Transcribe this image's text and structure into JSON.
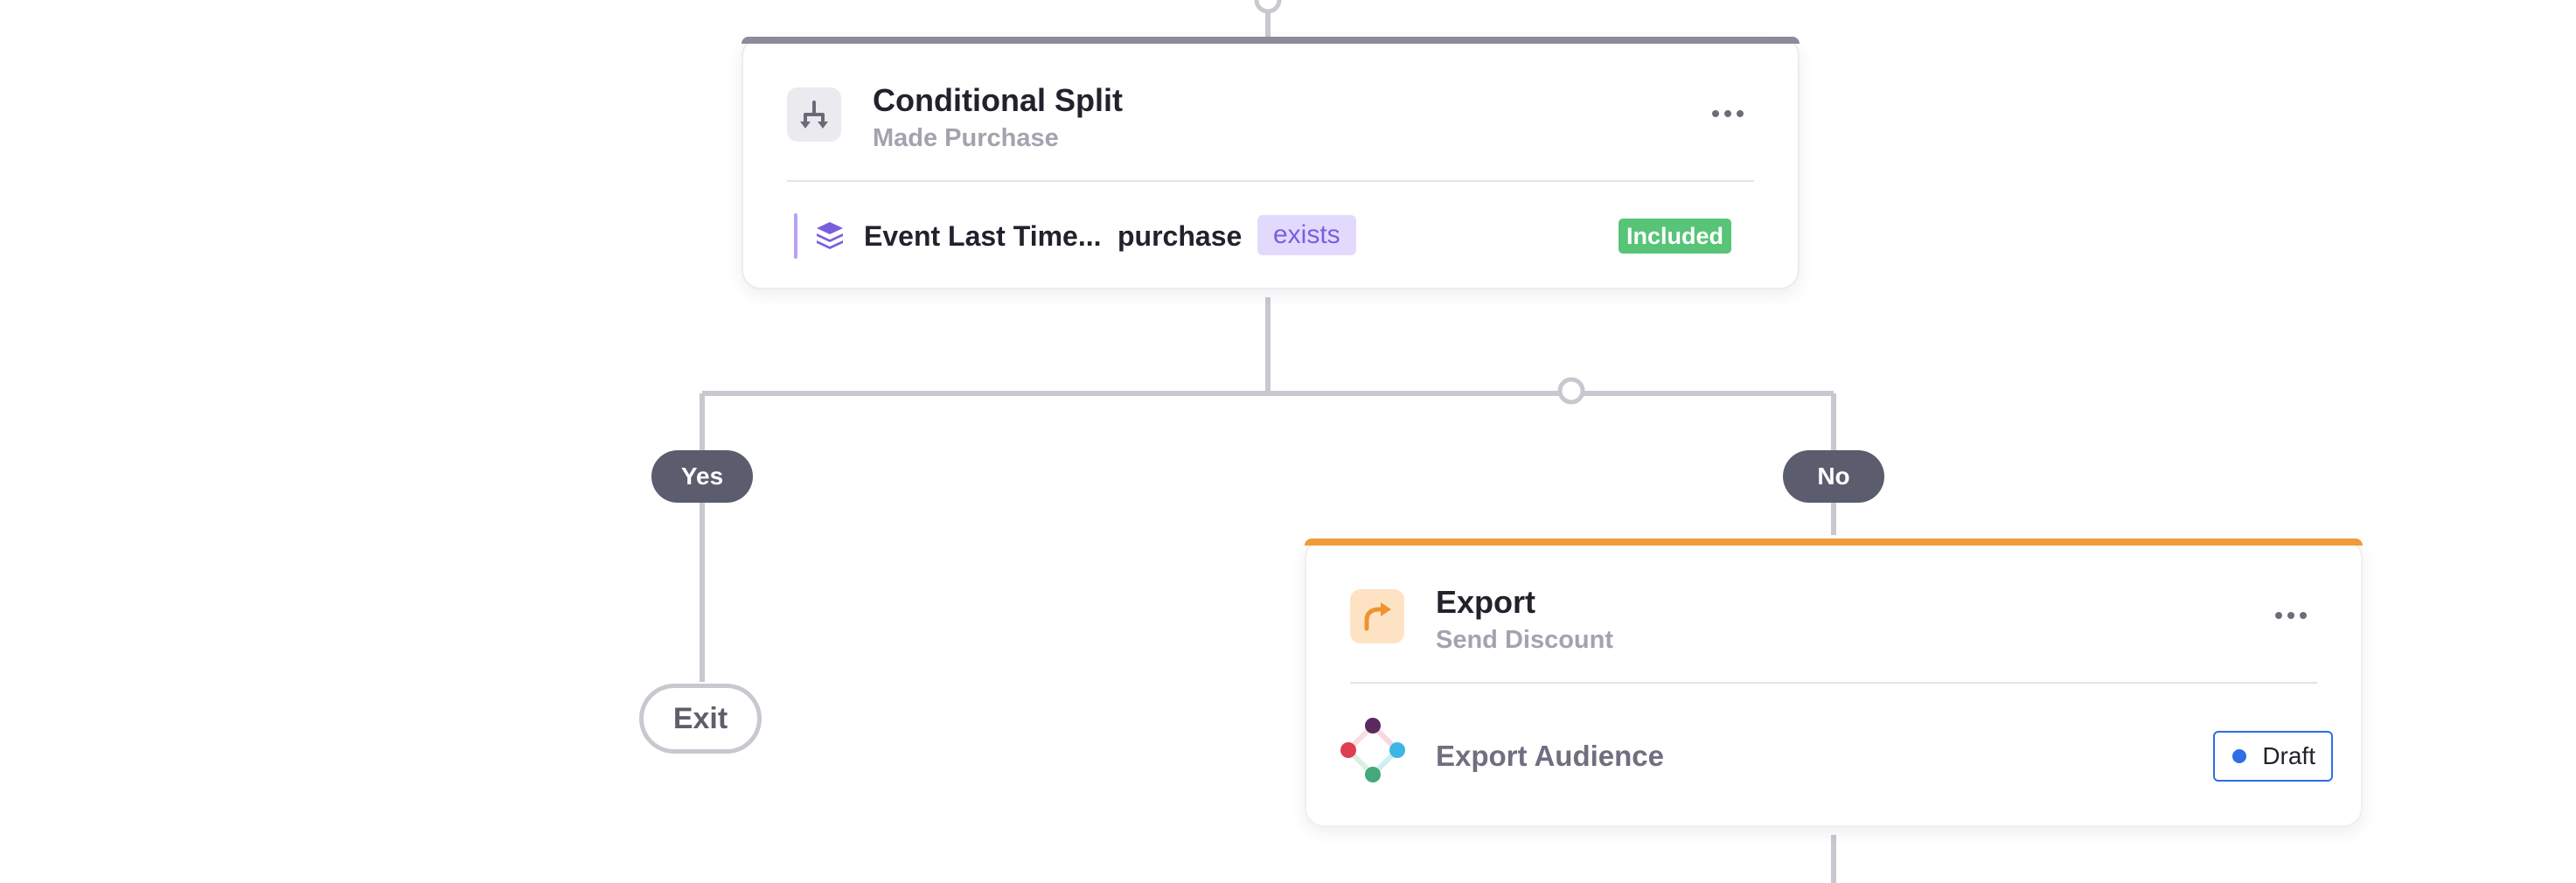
{
  "canvas": {
    "branches": {
      "yes_label": "Yes",
      "no_label": "No"
    },
    "exit_label": "Exit"
  },
  "split_card": {
    "icon": "split-arrows-icon",
    "title": "Conditional Split",
    "subtitle": "Made Purchase",
    "condition": {
      "icon": "layers-icon",
      "event": "Event Last Time...",
      "value": "purchase",
      "operator": "exists",
      "status": "Included"
    }
  },
  "export_card": {
    "icon": "share-arrow-icon",
    "title": "Export",
    "subtitle": "Send Discount",
    "destination": {
      "icon": "slack-logo-icon",
      "label": "Export Audience",
      "status": "Draft"
    }
  },
  "colors": {
    "split_accent": "#8b8b99",
    "export_accent": "#f09a3a",
    "included_badge": "#57c478",
    "operator_bg": "#e2dafc",
    "operator_text": "#7a5ee0",
    "draft_blue": "#2d6fe4",
    "connector": "#c8c8cf",
    "pill_bg": "#5c5c6f"
  }
}
